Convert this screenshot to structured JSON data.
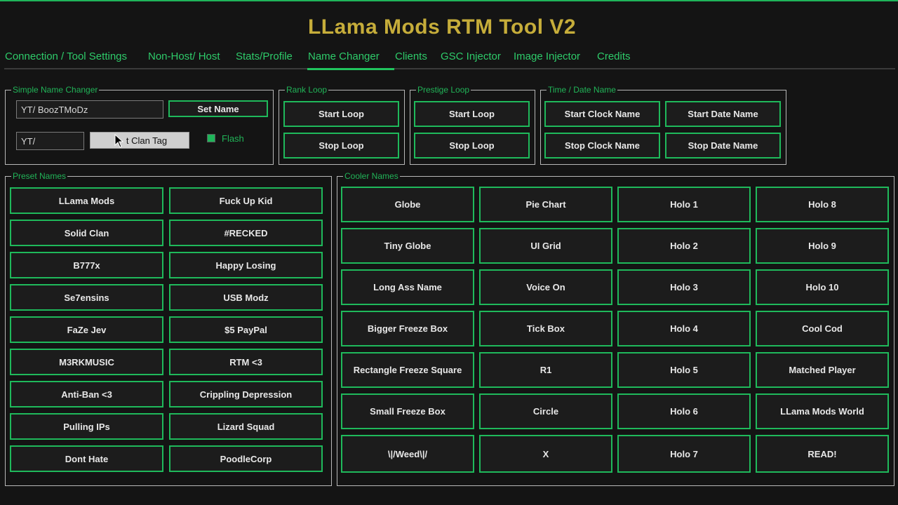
{
  "app": {
    "title": "LLama Mods RTM Tool V2"
  },
  "tabs": [
    {
      "label": "Connection / Tool Settings"
    },
    {
      "label": "Non-Host/ Host"
    },
    {
      "label": "Stats/Profile"
    },
    {
      "label": "Name Changer"
    },
    {
      "label": "Clients"
    },
    {
      "label": "GSC Injector"
    },
    {
      "label": "Image Injector"
    },
    {
      "label": "Credits"
    }
  ],
  "simple": {
    "label": "Simple Name Changer",
    "name_value": "YT/ BoozTMoDz",
    "set_name": "Set Name",
    "clan_value": "YT/",
    "clan_tag": "t Clan Tag",
    "flash": "Flash"
  },
  "rank": {
    "label": "Rank Loop",
    "start": "Start Loop",
    "stop": "Stop Loop"
  },
  "prestige": {
    "label": "Prestige Loop",
    "start": "Start Loop",
    "stop": "Stop Loop"
  },
  "time": {
    "label": "Time / Date Name",
    "start_clock": "Start Clock Name",
    "start_date": "Start Date Name",
    "stop_clock": "Stop Clock Name",
    "stop_date": "Stop Date Name"
  },
  "preset": {
    "label": "Preset Names",
    "left": [
      "LLama Mods",
      "Solid Clan",
      "B777x",
      "Se7ensins",
      "FaZe Jev",
      "M3RKMUSIC",
      "Anti-Ban <3",
      "Pulling IPs",
      "Dont Hate"
    ],
    "right": [
      "Fuck Up Kid",
      "#RECKED",
      "Happy Losing",
      "USB Modz",
      "$5 PayPal",
      "RTM <3",
      "Crippling Depression",
      "Lizard Squad",
      "PoodleCorp"
    ]
  },
  "cooler": {
    "label": "Cooler Names",
    "col1": [
      "Globe",
      "Tiny Globe",
      "Long Ass Name",
      "Bigger Freeze Box",
      "Rectangle Freeze Square",
      "Small Freeze Box",
      "\\|/Weed\\|/"
    ],
    "col2": [
      "Pie Chart",
      "UI Grid",
      "Voice On",
      "Tick Box",
      "R1",
      "Circle",
      "X"
    ],
    "col3": [
      "Holo 1",
      "Holo 2",
      "Holo 3",
      "Holo 4",
      "Holo 5",
      "Holo 6",
      "Holo 7"
    ],
    "col4": [
      "Holo 8",
      "Holo 9",
      "Holo 10",
      "Cool Cod",
      "Matched Player",
      "LLama Mods World",
      "READ!"
    ]
  },
  "colors": {
    "accent": "#1fb95b",
    "title": "#c6ad3a",
    "background": "#141414"
  }
}
